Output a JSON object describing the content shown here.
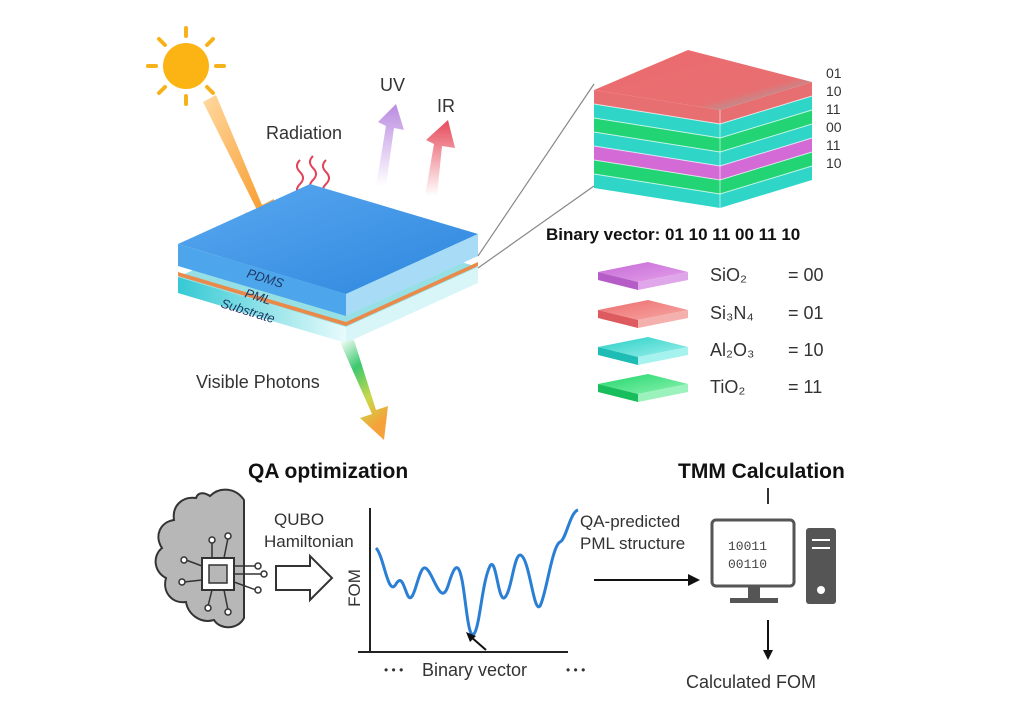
{
  "top": {
    "radiation_label": "Radiation",
    "uv_label": "UV",
    "ir_label": "IR",
    "visible_label": "Visible Photons",
    "layers": [
      "PDMS",
      "PML",
      "Substrate"
    ]
  },
  "stack": {
    "codes": [
      "01",
      "10",
      "11",
      "00",
      "11",
      "10"
    ],
    "binary_vector_label": "Binary vector: 01 10 11 00 11 10"
  },
  "legend": [
    {
      "material": "SiO₂",
      "code": "= 00",
      "color": "#d36ad6"
    },
    {
      "material": "Si₃N₄",
      "code": "= 01",
      "color": "#e8706e"
    },
    {
      "material": "Al₂O₃",
      "code": "= 10",
      "color": "#2fd6c8"
    },
    {
      "material": "TiO₂",
      "code": "= 11",
      "color": "#2bd870"
    }
  ],
  "qa": {
    "title": "QA optimization",
    "qubo_line1": "QUBO",
    "qubo_line2": "Hamiltonian",
    "ylabel": "FOM",
    "xlabel": "Binary vector",
    "ellipsis": "• • •",
    "predicted_line1": "QA-predicted",
    "predicted_line2": "PML structure"
  },
  "tmm": {
    "title": "TMM Calculation",
    "screen_line1": "10011",
    "screen_line2": "00110",
    "result": "Calculated FOM"
  }
}
